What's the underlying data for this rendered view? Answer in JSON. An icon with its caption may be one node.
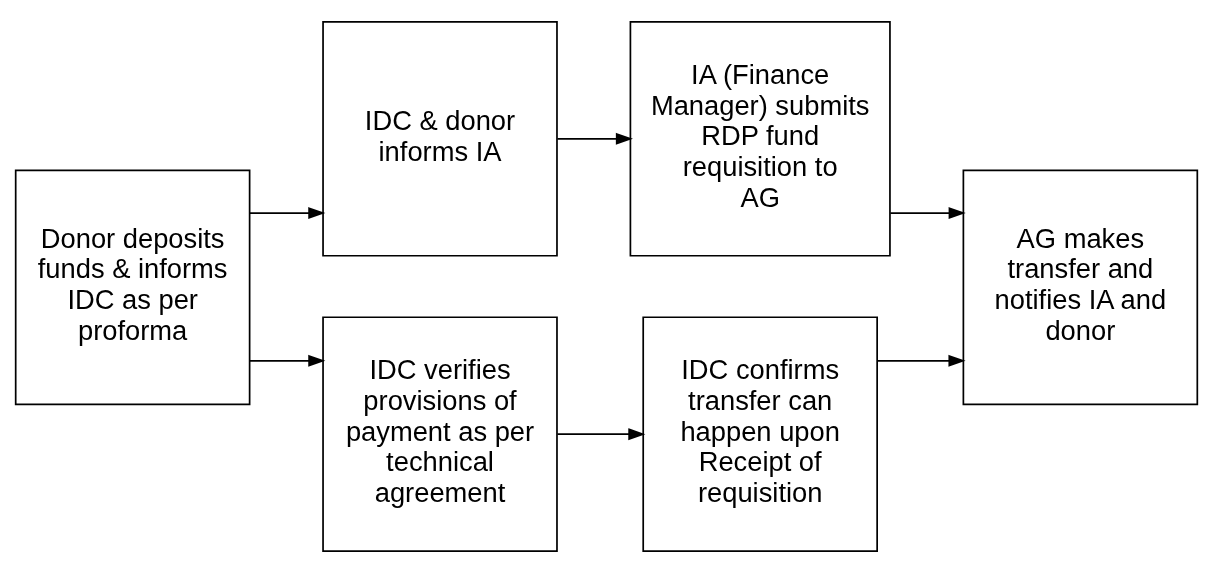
{
  "diagram": {
    "nodes": [
      {
        "text": [
          "Donor deposits funds & informs IDC as per proforma"
        ]
      },
      {
        "text": [
          "IDC & donor informs IA"
        ]
      },
      {
        "text": [
          "IA (Finance Manager) submits RDP fund requisition to AG"
        ]
      },
      {
        "text": [
          "IDC verifies provisions of payment as per technical agreement"
        ]
      },
      {
        "text": [
          "IDC confirms transfer can happen upon Receipt of requisition"
        ]
      },
      {
        "text": [
          "AG makes transfer and notifies IA and donor"
        ]
      }
    ],
    "edges": [
      {
        "from": 0,
        "to": 1,
        "arrow": "to"
      },
      {
        "from": 0,
        "to": 3,
        "arrow": "to"
      },
      {
        "from": 1,
        "to": 2,
        "arrow": "to"
      },
      {
        "from": 3,
        "to": 4,
        "arrow": "to"
      },
      {
        "from": 2,
        "to": 5,
        "arrow": "to"
      },
      {
        "from": 4,
        "to": 5,
        "arrow": "to"
      }
    ]
  }
}
